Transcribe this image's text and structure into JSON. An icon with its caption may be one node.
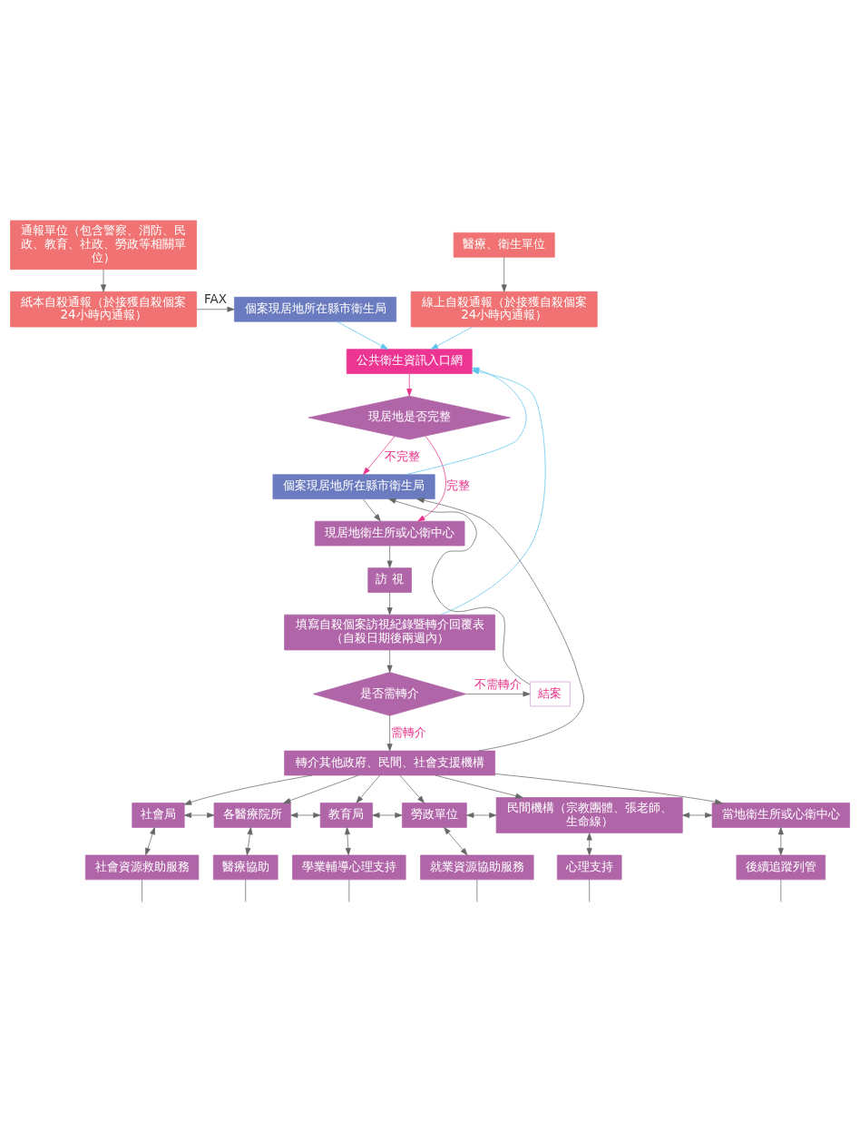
{
  "diagram": {
    "nodes": [
      {
        "text": [
          "通報單位（包含警察、消防、民政、教育、社政、勞政等相關單位）"
        ]
      },
      {
        "text": [
          "醫療、衛生單位"
        ]
      },
      {
        "text": [
          "紙本自殺通報（於接獲自殺個案24小時內通報）"
        ]
      },
      {
        "text": [
          "個案現居地所在縣市衛生局"
        ]
      },
      {
        "text": [
          "線上自殺通報（於接獲自殺個案24小時內通報）"
        ]
      },
      {
        "text": [
          "公共衛生資訊入口網"
        ]
      },
      {
        "text": [
          "現居地是否完整"
        ]
      },
      {
        "text": [
          "個案現居地所在縣市衛生局"
        ]
      },
      {
        "text": [
          "現居地衛生所或心衛中心"
        ]
      },
      {
        "text": [
          "訪 視"
        ]
      },
      {
        "text": [
          "填寫自殺個案訪視紀錄暨轉介回覆表",
          "（自殺日期後兩週內）"
        ]
      },
      {
        "text": [
          "是否需轉介"
        ]
      },
      {
        "text": [
          "結案"
        ]
      },
      {
        "text": [
          "轉介其他政府、民間、社會支援機構"
        ]
      },
      {
        "text": [
          "社會局"
        ]
      },
      {
        "text": [
          "各醫療院所"
        ]
      },
      {
        "text": [
          "教育局"
        ]
      },
      {
        "text": [
          "勞政單位"
        ]
      },
      {
        "text": [
          "民間機構（宗教團體、張老師、生命線）"
        ]
      },
      {
        "text": [
          "當地衛生所或心衛中心"
        ]
      },
      {
        "text": [
          "社會資源救助服務"
        ]
      },
      {
        "text": [
          "醫療協助"
        ]
      },
      {
        "text": [
          "學業輔導心理支持"
        ]
      },
      {
        "text": [
          "就業資源協助服務"
        ]
      },
      {
        "text": [
          "心理支持"
        ]
      },
      {
        "text": [
          "後續追蹤列管"
        ]
      }
    ],
    "edges": [
      {
        "from": 0,
        "to": 2,
        "arrow": "to"
      },
      {
        "from": 1,
        "to": 4,
        "arrow": "to"
      },
      {
        "from": 2,
        "to": 3,
        "arrow": "to",
        "label": "FAX"
      },
      {
        "from": 3,
        "to": 5,
        "arrow": "to",
        "color": "#5bc3ee"
      },
      {
        "from": 4,
        "to": 5,
        "arrow": "to",
        "color": "#5bc3ee"
      },
      {
        "from": 5,
        "to": 6,
        "arrow": "to",
        "color": "#e8318a"
      },
      {
        "from": 6,
        "to": 7,
        "arrow": "to",
        "label": "不完整",
        "color": "#e8318a"
      },
      {
        "from": 6,
        "to": 8,
        "arrow": "to",
        "label": "完整",
        "color": "#e8318a"
      },
      {
        "from": 7,
        "to": 5,
        "arrow": "to",
        "color": "#5bc3ee"
      },
      {
        "from": 7,
        "to": 8,
        "arrow": "to"
      },
      {
        "from": 8,
        "to": 9,
        "arrow": "to"
      },
      {
        "from": 9,
        "to": 10,
        "arrow": "to"
      },
      {
        "from": 10,
        "to": 5,
        "arrow": "to",
        "color": "#5bc3ee"
      },
      {
        "from": 10,
        "to": 11,
        "arrow": "to"
      },
      {
        "from": 11,
        "to": 12,
        "arrow": "to",
        "label": "不需轉介"
      },
      {
        "from": 11,
        "to": 13,
        "arrow": "to",
        "label": "需轉介"
      },
      {
        "from": 12,
        "to": 7,
        "arrow": "to"
      },
      {
        "from": 13,
        "to": 7,
        "arrow": "to"
      },
      {
        "from": 13,
        "to": 14,
        "arrow": "to"
      },
      {
        "from": 13,
        "to": 15,
        "arrow": "to"
      },
      {
        "from": 13,
        "to": 16,
        "arrow": "to"
      },
      {
        "from": 13,
        "to": 17,
        "arrow": "to"
      },
      {
        "from": 13,
        "to": 18,
        "arrow": "to"
      },
      {
        "from": 13,
        "to": 19,
        "arrow": "to"
      },
      {
        "from": 14,
        "to": 15,
        "arrow": "both"
      },
      {
        "from": 15,
        "to": 16,
        "arrow": "both"
      },
      {
        "from": 16,
        "to": 17,
        "arrow": "both"
      },
      {
        "from": 17,
        "to": 18,
        "arrow": "both"
      },
      {
        "from": 18,
        "to": 19,
        "arrow": "both"
      },
      {
        "from": 14,
        "to": 20,
        "arrow": "both"
      },
      {
        "from": 15,
        "to": 21,
        "arrow": "both"
      },
      {
        "from": 16,
        "to": 22,
        "arrow": "both"
      },
      {
        "from": 17,
        "to": 23,
        "arrow": "both"
      },
      {
        "from": 18,
        "to": 24,
        "arrow": "both"
      },
      {
        "from": 19,
        "to": 25,
        "arrow": "both"
      },
      {
        "from": 20,
        "to": null,
        "arrow": "none"
      },
      {
        "from": 21,
        "to": null,
        "arrow": "none"
      },
      {
        "from": 22,
        "to": null,
        "arrow": "none"
      },
      {
        "from": 23,
        "to": null,
        "arrow": "none"
      },
      {
        "from": 24,
        "to": null,
        "arrow": "none"
      },
      {
        "from": 25,
        "to": null,
        "arrow": "none"
      }
    ]
  }
}
